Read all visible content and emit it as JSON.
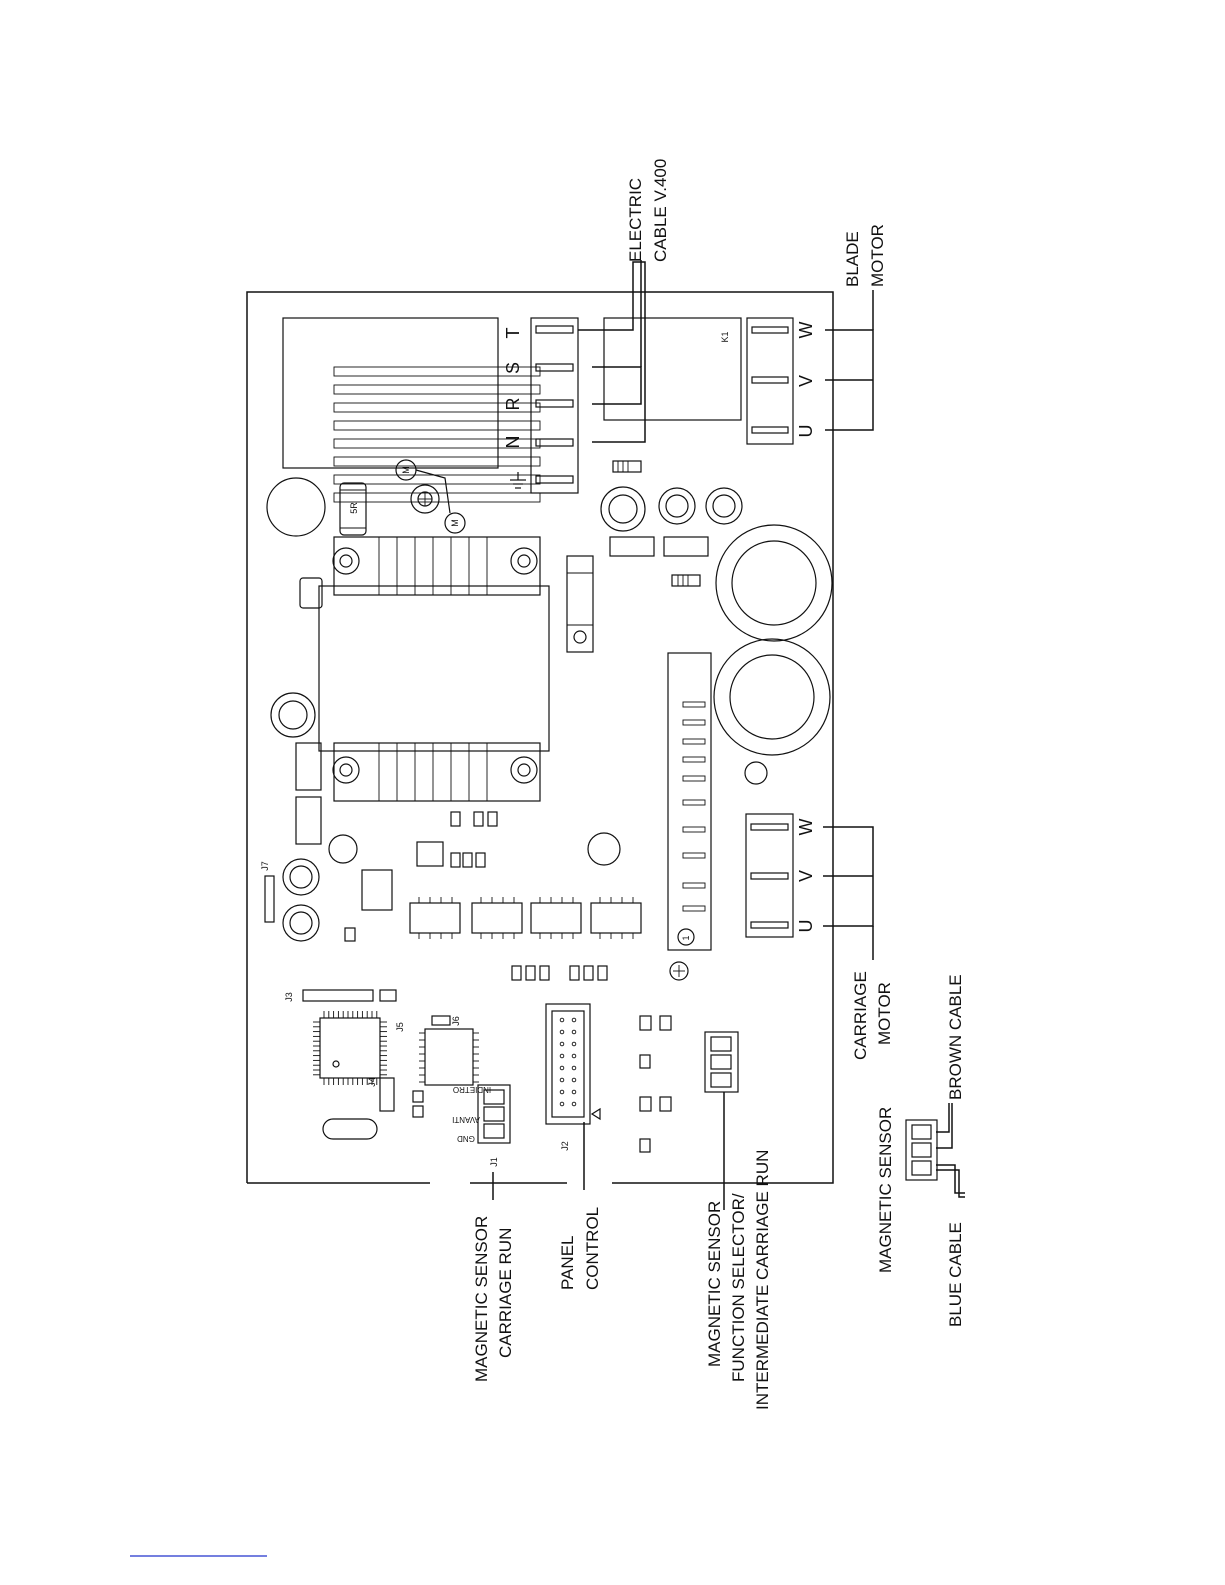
{
  "labels": {
    "electric_cable": [
      "ELECTRIC",
      "CABLE V.400"
    ],
    "blade_motor": [
      "BLADE",
      "MOTOR"
    ],
    "carriage_motor": [
      "CARRIAGE",
      "MOTOR"
    ],
    "magnetic_sensor_carriage_run": [
      "MAGNETIC SENSOR",
      "CARRIAGE RUN"
    ],
    "panel_control": [
      "PANEL",
      "CONTROL"
    ],
    "magnetic_sensor_function": [
      "MAGNETIC SENSOR",
      "FUNCTION SELECTOR/",
      "INTERMEDIATE CARRIAGE RUN"
    ],
    "magnetic_sensor_small": "MAGNETIC SENSOR",
    "brown_cable": "BROWN CABLE",
    "blue_cable": "BLUE CABLE"
  },
  "power_terminals": [
    "T",
    "S",
    "R",
    "N"
  ],
  "blade_motor_terminals": [
    "W",
    "V",
    "U"
  ],
  "carriage_motor_terminals": [
    "W",
    "V",
    "U"
  ],
  "board_marks": {
    "relay": "K1",
    "resistor": "5R",
    "motor_a": "M",
    "motor_b": "M",
    "j7": "J7",
    "j3": "J3",
    "j5": "J5",
    "j6": "J6",
    "j4": "J4",
    "j1": "J1",
    "j2": "J2",
    "indietro": "INDIETRO",
    "avanti": "AVANTI",
    "gnd": "GND",
    "one": "1"
  }
}
